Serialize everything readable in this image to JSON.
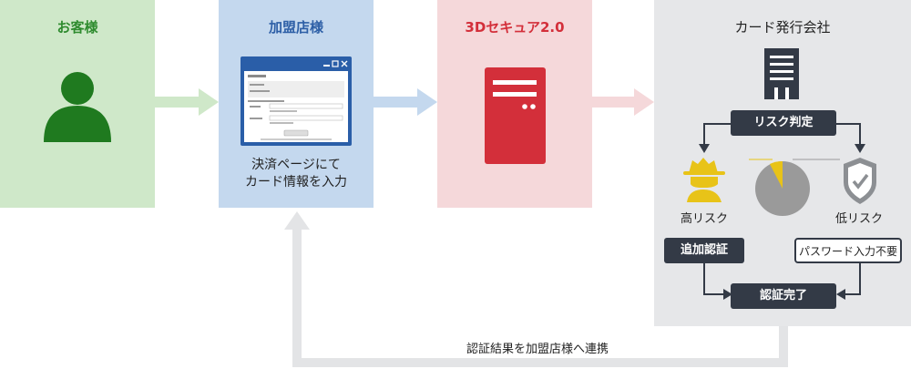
{
  "customer": {
    "title": "お客様"
  },
  "merchant": {
    "title": "加盟店様",
    "caption_line1": "決済ページにて",
    "caption_line2": "カード情報を入力"
  },
  "secure": {
    "title": "3Dセキュア2.0"
  },
  "issuer": {
    "title": "カード発行会社",
    "risk_judgement": "リスク判定",
    "high_risk": "高リスク",
    "low_risk": "低リスク",
    "additional_auth": "追加認証",
    "no_password": "パスワード入力不要",
    "auth_complete": "認証完了"
  },
  "return_flow": {
    "label": "認証結果を加盟店様へ連携"
  },
  "colors": {
    "customer_bg": "#cfe8c9",
    "customer_accent": "#2e8b2e",
    "merchant_bg": "#c4d8ee",
    "merchant_accent": "#2d5fa6",
    "secure_bg": "#f5d8da",
    "secure_accent": "#d32f3a",
    "issuer_bg": "#e6e7e9",
    "dark": "#333a46",
    "gold": "#e8c318",
    "shield_gray": "#8c8f93",
    "pie_gray": "#9a9a9a"
  }
}
